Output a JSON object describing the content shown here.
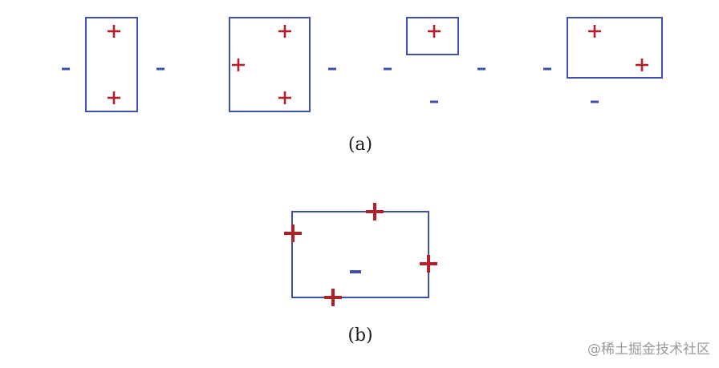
{
  "figure": {
    "caption_a": "(a)",
    "caption_b": "(b)",
    "plus_symbol": "+",
    "minus_symbol": "-"
  },
  "watermark": "@稀土掘金技术社区",
  "colors": {
    "positive": "#b3202a",
    "negative": "#3f4fae",
    "box": "#3f4fae"
  }
}
